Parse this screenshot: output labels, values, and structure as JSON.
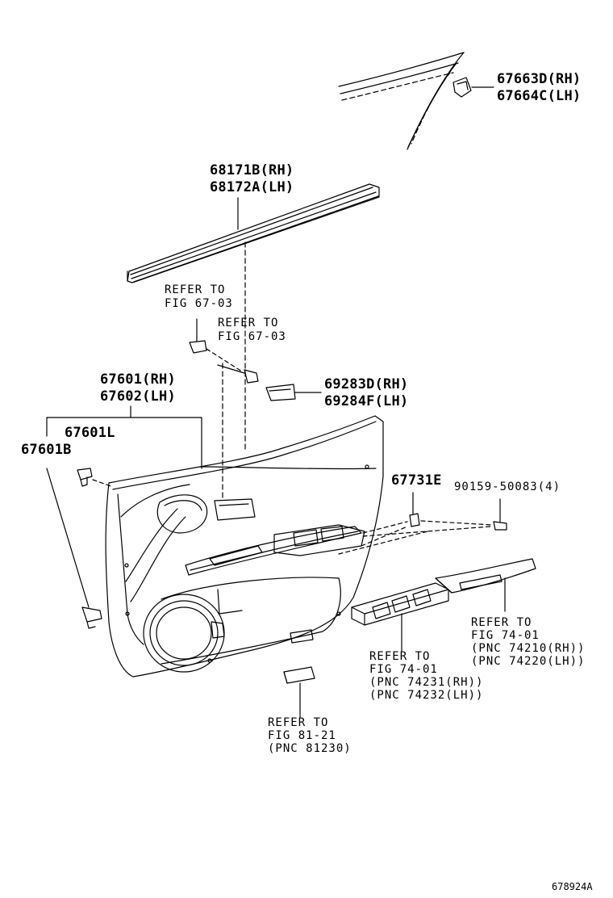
{
  "labels": {
    "p67663": [
      "67663D(RH)",
      "67664C(LH)"
    ],
    "p68171": [
      "68171B(RH)",
      "68172A(LH)"
    ],
    "ref_a": [
      "REFER TO",
      "FIG 67-03"
    ],
    "ref_b": [
      "REFER TO",
      "FIG 67-03"
    ],
    "p67601": [
      "67601(RH)",
      "67602(LH)"
    ],
    "p69283": [
      "69283D(RH)",
      "69284F(LH)"
    ],
    "p67601L": "67601L",
    "p67601B": "67601B",
    "p67731E": "67731E",
    "p90159": "90159-50083(4)",
    "ref_c": [
      "REFER TO",
      "FIG 74-01",
      "(PNC 74210(RH))",
      "(PNC 74220(LH))"
    ],
    "ref_d": [
      "REFER TO",
      "FIG 74-01",
      "(PNC 74231(RH))",
      "(PNC 74232(LH))"
    ],
    "ref_e": [
      "REFER TO",
      "FIG 81-21",
      "(PNC 81230)"
    ],
    "figure_id": "678924A"
  }
}
